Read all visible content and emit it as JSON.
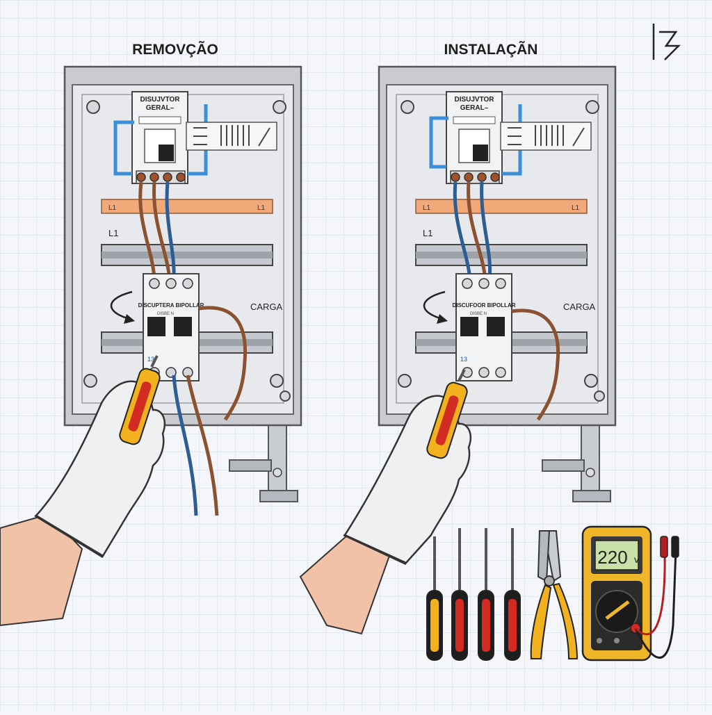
{
  "panels": [
    {
      "id": "removal",
      "heading": "REMOVÇÃO",
      "main_breaker_label_line1": "DISUJVTOR",
      "main_breaker_label_line2": "GERAL–",
      "busbar_label_left": "L1",
      "busbar_label_right": "L1",
      "phase_label": "L1",
      "bipolar_breaker_label": "DISCUPTERA BIPOLLAR",
      "bipolar_breaker_sublabel": "DISBE N",
      "bipolar_breaker_bottom_tag": "13",
      "load_label": "CARGA"
    },
    {
      "id": "installation",
      "heading": "INSTALAÇÃN",
      "main_breaker_label_line1": "DISUJVTOR",
      "main_breaker_label_line2": "GERAL–",
      "busbar_label_left": "L1",
      "busbar_label_right": "L1",
      "phase_label": "L1",
      "bipolar_breaker_label": "DISCUFOOR BIPOLLAR",
      "bipolar_breaker_sublabel": "DISBE N",
      "bipolar_breaker_bottom_tag": "13",
      "load_label": "CARGA"
    }
  ],
  "multimeter": {
    "reading": "220",
    "unit": "v"
  },
  "tools": [
    "screwdriver",
    "screwdriver",
    "screwdriver",
    "screwdriver",
    "pliers",
    "multimeter"
  ],
  "icons": {
    "corner_logo": "lightning-bolt-icon"
  },
  "colors": {
    "grid_line": "#d4dce8",
    "panel_bg": "#e8e9ec",
    "busbar": "#f2a97a",
    "wire_brown": "#8a5230",
    "wire_blue": "#2c5d93",
    "wire_light_blue": "#3a8fd8",
    "tool_handle_yellow": "#f2b21f",
    "tool_handle_red": "#d22c22",
    "multimeter_body": "#f0b62a",
    "multimeter_screen": "#c9e0a8"
  }
}
